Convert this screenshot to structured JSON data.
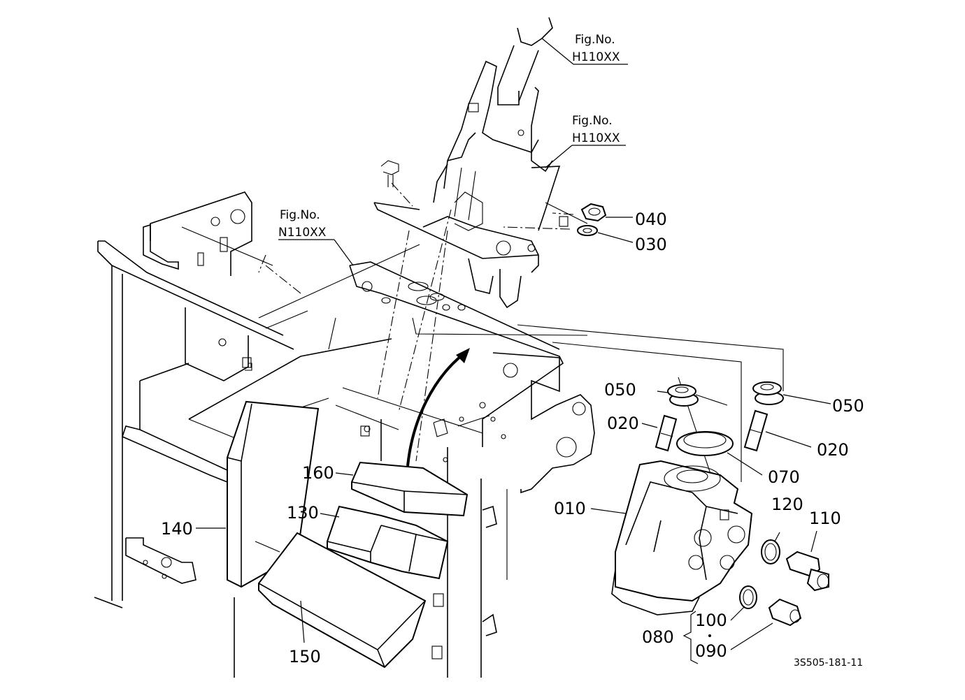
{
  "figure_refs": [
    {
      "top": "Fig.No.",
      "bottom": "H110XX"
    },
    {
      "top": "Fig.No.",
      "bottom": "H110XX"
    },
    {
      "top": "Fig.No.",
      "bottom": "N110XX"
    }
  ],
  "parts": {
    "p010": "010",
    "p020a": "020",
    "p020b": "020",
    "p030": "030",
    "p040": "040",
    "p050a": "050",
    "p050b": "050",
    "p070": "070",
    "p080": "080",
    "p090": "090",
    "p100": "100",
    "p110": "110",
    "p120": "120",
    "p130": "130",
    "p140": "140",
    "p150": "150",
    "p160": "160"
  },
  "drawing_code": "3S505-181-11"
}
